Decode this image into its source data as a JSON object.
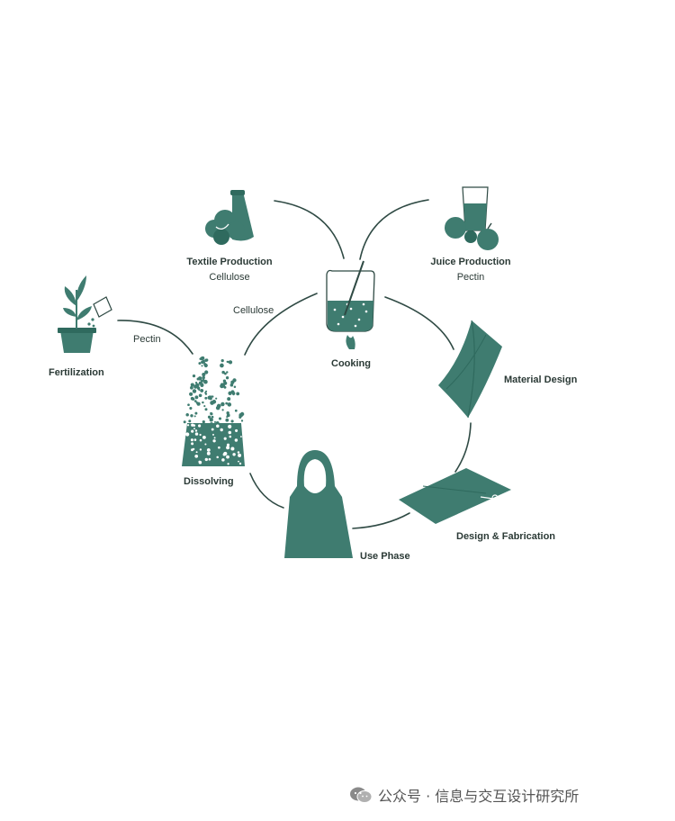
{
  "colors": {
    "accent": "#3f7c70",
    "accent_dark": "#2f6a5e",
    "line": "#2f4a44",
    "text": "#2b3a36"
  },
  "stages": {
    "textile": {
      "title": "Textile Production",
      "sub": "Cellulose"
    },
    "juice": {
      "title": "Juice Production",
      "sub": "Pectin"
    },
    "cooking": {
      "title": "Cooking"
    },
    "material": {
      "title": "Material Design"
    },
    "fabrication": {
      "title": "Design & Fabrication"
    },
    "use": {
      "title": "Use Phase"
    },
    "dissolving": {
      "title": "Dissolving"
    },
    "fertilization": {
      "title": "Fertilization"
    }
  },
  "flows": {
    "cellulose": "Cellulose",
    "pectin": "Pectin"
  },
  "watermark": {
    "text": "公众号 · 信息与交互设计研究所",
    "icon": "wechat-icon"
  }
}
